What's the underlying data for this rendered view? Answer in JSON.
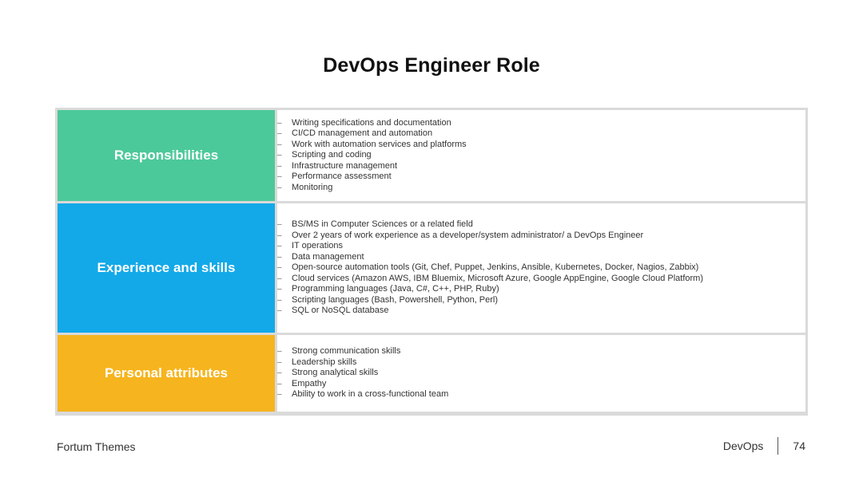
{
  "title": "DevOps Engineer Role",
  "colors": {
    "responsibilities": "#4cc99a",
    "experience": "#13a9e8",
    "personal": "#f6b41e"
  },
  "rows": [
    {
      "label": "Responsibilities",
      "items": [
        "Writing specifications and documentation",
        "CI/CD management and automation",
        "Work with automation services and platforms",
        "Scripting and coding",
        "Infrastructure management",
        "Performance assessment",
        "Monitoring"
      ]
    },
    {
      "label": "Experience and skills",
      "items": [
        "BS/MS in Computer Sciences or a related field",
        "Over 2 years of work experience as a developer/system administrator/ a DevOps Engineer",
        "IT operations",
        "Data management",
        "Open-source automation tools (Git, Chef, Puppet, Jenkins, Ansible, Kubernetes, Docker, Nagios, Zabbix)",
        "Cloud services (Amazon AWS, IBM Bluemix, Microsoft Azure, Google AppEngine, Google Cloud Platform)",
        "Programming languages (Java, C#, C++, PHP, Ruby)",
        "Scripting languages (Bash, Powershell, Python, Perl)",
        "SQL or NoSQL database"
      ]
    },
    {
      "label": "Personal attributes",
      "items": [
        "Strong communication skills",
        "Leadership skills",
        "Strong analytical skills",
        "Empathy",
        "Ability to work in a cross-functional team"
      ]
    }
  ],
  "footer": {
    "left": "Fortum Themes",
    "section": "DevOps",
    "page": "74"
  }
}
